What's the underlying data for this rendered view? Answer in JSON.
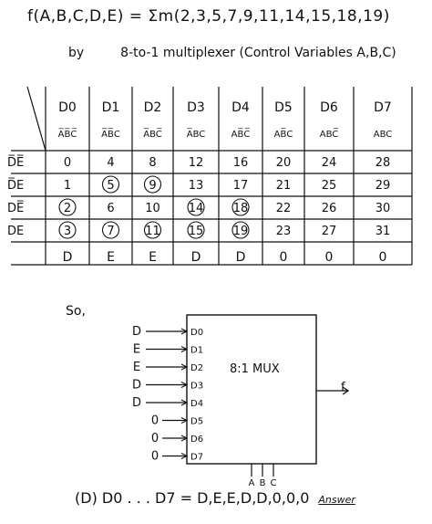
{
  "expression": "f(A,B,C,D,E) = Σm(2,3,5,7,9,11,14,15,18,19)",
  "subtitle": {
    "by": "by",
    "method": "8-to-1 multiplexer",
    "control": "(Control Variables A,B,C)"
  },
  "table": {
    "columns": [
      {
        "label": "D0",
        "sub": "A̅B̅C̅"
      },
      {
        "label": "D1",
        "sub": "A̅B̅C"
      },
      {
        "label": "D2",
        "sub": "A̅BC̅"
      },
      {
        "label": "D3",
        "sub": "A̅BC"
      },
      {
        "label": "D4",
        "sub": "AB̅C̅"
      },
      {
        "label": "D5",
        "sub": "AB̅C"
      },
      {
        "label": "D6",
        "sub": "ABC̅"
      },
      {
        "label": "D7",
        "sub": "ABC"
      }
    ],
    "rows": [
      {
        "label": "D̅E̅",
        "cells": [
          "0",
          "4",
          "8",
          "12",
          "16",
          "20",
          "24",
          "28"
        ],
        "circled": [
          false,
          false,
          false,
          false,
          false,
          false,
          false,
          false
        ]
      },
      {
        "label": "D̅E",
        "cells": [
          "1",
          "5",
          "9",
          "13",
          "17",
          "21",
          "25",
          "29"
        ],
        "circled": [
          false,
          true,
          true,
          false,
          false,
          false,
          false,
          false
        ]
      },
      {
        "label": "DE̅",
        "cells": [
          "2",
          "6",
          "10",
          "14",
          "18",
          "22",
          "26",
          "30"
        ],
        "circled": [
          true,
          false,
          false,
          true,
          true,
          false,
          false,
          false
        ]
      },
      {
        "label": "DE",
        "cells": [
          "3",
          "7",
          "11",
          "15",
          "19",
          "23",
          "27",
          "31"
        ],
        "circled": [
          true,
          true,
          true,
          true,
          true,
          false,
          false,
          false
        ]
      }
    ],
    "result": [
      "D",
      "E",
      "E",
      "D",
      "D",
      "0",
      "0",
      "0"
    ]
  },
  "so_label": "So,",
  "mux": {
    "title": "8:1 MUX",
    "inputs": [
      "D",
      "E",
      "E",
      "D",
      "D",
      "0",
      "0",
      "0"
    ],
    "pins": [
      "D0",
      "D1",
      "D2",
      "D3",
      "D4",
      "D5",
      "D6",
      "D7"
    ],
    "select": [
      "A",
      "B",
      "C"
    ],
    "output": "f"
  },
  "answer": {
    "text": "(D) D0 . . . D7 = D,E,E,D,D,0,0,0",
    "tag": "Answer"
  }
}
